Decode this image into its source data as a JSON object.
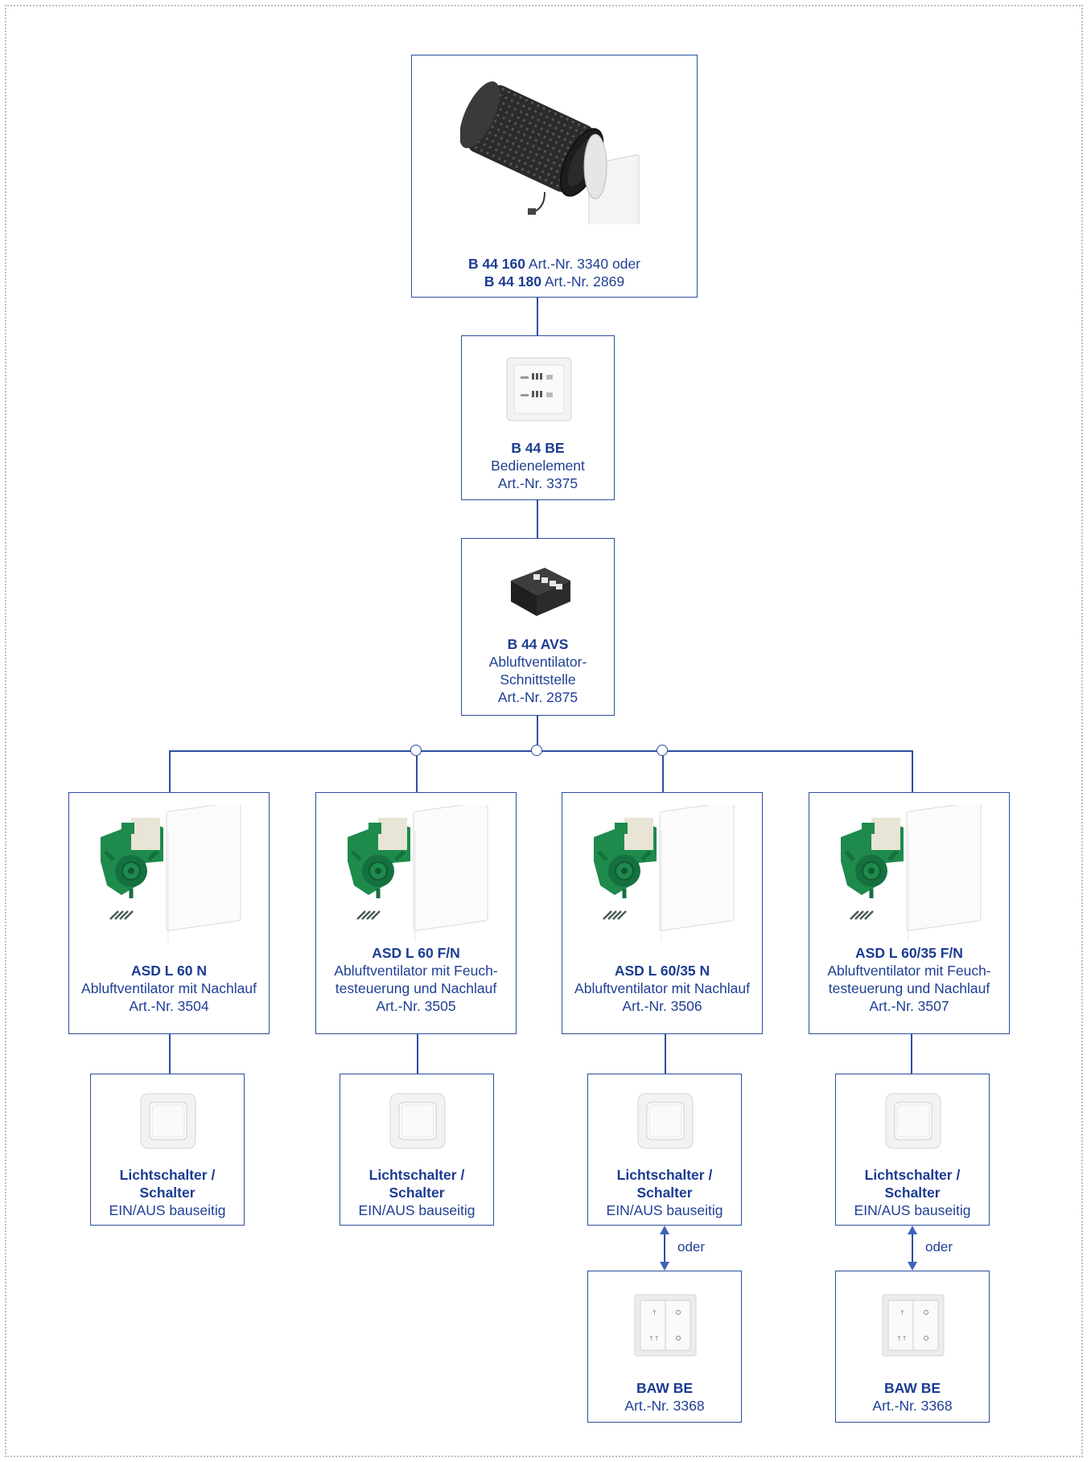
{
  "top": {
    "name": "B 44 160",
    "art_a": "Art.-Nr. 3340 oder",
    "name2": "B 44 180",
    "art_b": "Art.-Nr. 2869"
  },
  "be": {
    "name": "B 44 BE",
    "desc": "Bedienelement",
    "art": "Art.-Nr. 3375"
  },
  "avs": {
    "name": "B 44 AVS",
    "desc1": "Abluftventilator-",
    "desc2": "Schnittstelle",
    "art": "Art.-Nr. 2875"
  },
  "fans": [
    {
      "name": "ASD L 60 N",
      "desc1": "Abluftventilator mit Nachlauf",
      "desc2": "",
      "art": "Art.-Nr. 3504"
    },
    {
      "name": "ASD L 60 F/N",
      "desc1": "Abluftventilator mit Feuch-",
      "desc2": "testeuerung und Nachlauf",
      "art": "Art.-Nr. 3505"
    },
    {
      "name": "ASD L 60/35 N",
      "desc1": "Abluftventilator mit Nachlauf",
      "desc2": "",
      "art": "Art.-Nr. 3506"
    },
    {
      "name": "ASD L 60/35 F/N",
      "desc1": "Abluftventilator mit Feuch-",
      "desc2": "testeuerung und Nachlauf",
      "art": "Art.-Nr. 3507"
    }
  ],
  "switch": {
    "name1": "Lichtschalter /",
    "name2": "Schalter",
    "desc": "EIN/AUS bauseitig"
  },
  "oder": "oder",
  "baw": {
    "name": "BAW BE",
    "art": "Art.-Nr. 3368"
  },
  "colors": {
    "accent": "#1b3c92",
    "line": "#2c4fa0",
    "frame": "#b9bec6",
    "fan_green": "#1e8a4c"
  }
}
